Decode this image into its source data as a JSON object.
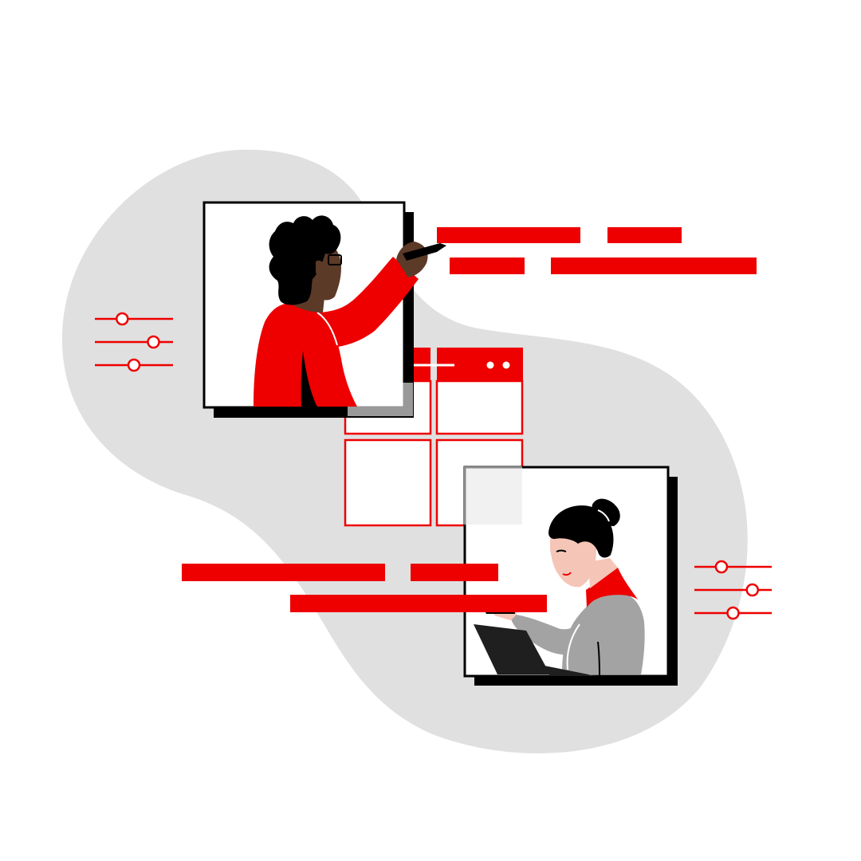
{
  "palette": {
    "accent": "#EE0000",
    "blob": "#E0E0E0",
    "frame": "#000000",
    "panel": "#FFFFFF",
    "skin_dark": "#5C3A28",
    "skin_light": "#F5C6B8",
    "hair": "#000000",
    "sweater": "#A3A3A3",
    "laptop": "#1F1F1F"
  },
  "icons": {
    "top_person": "person-drawing-icon",
    "bottom_person": "person-laptop-icon",
    "sliders": "slider-controls-icon",
    "layout": "wireframe-grid-icon"
  },
  "sliders_left": [
    0.35,
    0.75,
    0.5
  ],
  "sliders_right": [
    0.35,
    0.75,
    0.5
  ]
}
